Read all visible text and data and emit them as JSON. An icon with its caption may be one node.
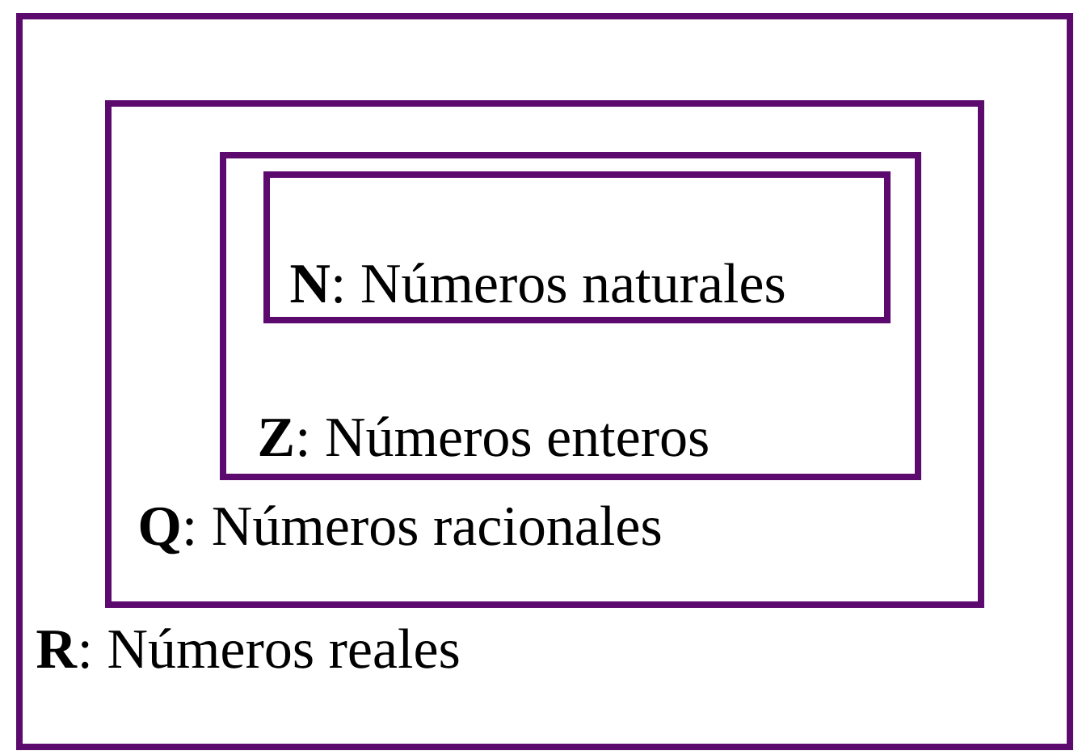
{
  "diagram": {
    "nodes": [
      {
        "text": [
          "**R**: Números reales"
        ]
      },
      {
        "text": [
          "**Q**: Números racionales"
        ],
        "in": 0
      },
      {
        "text": [
          "**Z**: Números enteros"
        ],
        "in": 1
      },
      {
        "text": [
          "**N**: Números naturales"
        ],
        "in": 2
      }
    ]
  }
}
